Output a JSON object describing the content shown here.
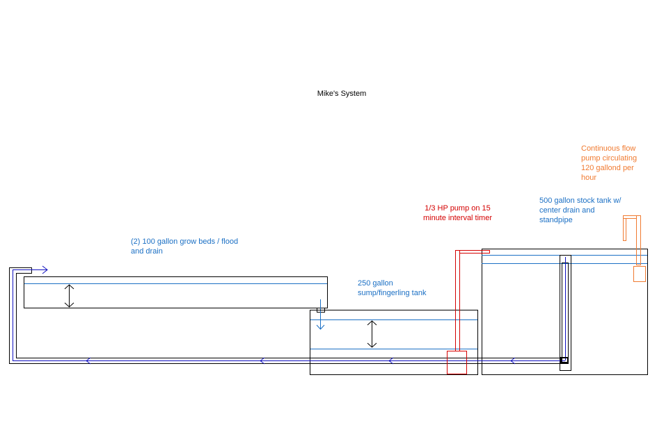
{
  "title": "Mike's System",
  "labels": {
    "grow_beds": [
      "(2) 100 gallon grow beds / flood",
      "and drain"
    ],
    "sump": [
      "250 gallon",
      "sump/fingerling tank"
    ],
    "pump": [
      "1/3 HP pump on 15",
      "minute interval timer"
    ],
    "stock_tank": [
      "500 gallon stock tank w/",
      "center drain and",
      "standpipe"
    ],
    "continuous": [
      "Continuous flow",
      "pump circulating",
      "120 gallond per",
      "hour"
    ]
  },
  "colors": {
    "water": "#1a6fc4",
    "pipe_flow": "#1010c0",
    "pump": "#d40000",
    "continuous_pump": "#f07a30"
  }
}
